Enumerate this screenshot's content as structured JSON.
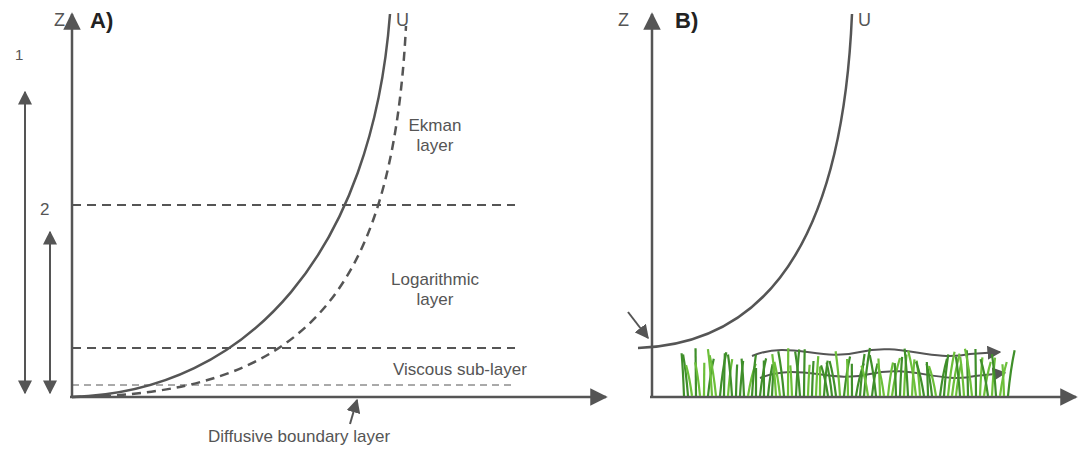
{
  "diagram": {
    "labels": [
      "Z",
      "A)",
      "U",
      "1",
      "2",
      "Ekman layer",
      "Logarithmic layer",
      "Viscous sub-layer",
      "Diffusive boundary layer",
      "Z",
      "B)",
      "U"
    ]
  }
}
